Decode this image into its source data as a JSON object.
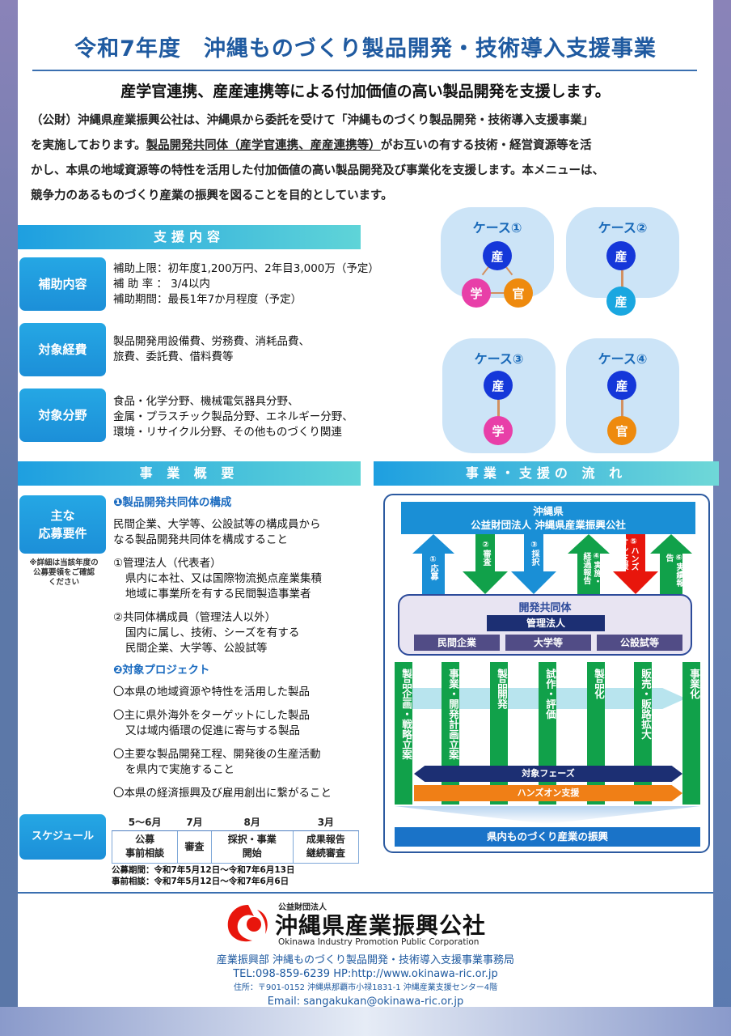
{
  "title": "令和7年度　沖縄ものづくり製品開発・技術導入支援事業",
  "lead": "産学官連携、産産連携等による付加価値の高い製品開発を支援します。",
  "intro": {
    "line1": "（公財）沖縄県産業振興公社は、沖縄県から委託を受けて「沖縄ものづくり製品開発・技術導入支援事業」",
    "line2a": "を実施しております。",
    "line2u": "製品開発共同体（産学官連携、産産連携等）",
    "line2b": "がお互いの有する技術・経営資源等を活",
    "line3": "かし、本県の地域資源等の特性を活用した付加価値の高い製品開発及び事業化を支援します。本メニューは、",
    "line4": "競争力のあるものづくり産業の振興を図ることを目的としています。"
  },
  "support": {
    "header": "支援内容",
    "rows": [
      {
        "tag": "補助内容",
        "lines": [
          "補助上限：初年度1,200万円、2年目3,000万（予定）",
          "補 助 率 ： 3/4以内",
          "補助期間：最長1年7か月程度（予定）"
        ]
      },
      {
        "tag": "対象経費",
        "lines": [
          "製品開発用設備費、労務費、消耗品費、",
          "旅費、委託費、借料費等"
        ]
      },
      {
        "tag": "対象分野",
        "lines": [
          "食品・化学分野、機械電気器具分野、",
          "金属・プラスチック製品分野、エネルギー分野、",
          "環境・リサイクル分野、その他ものづくり関連"
        ]
      }
    ]
  },
  "cases": [
    {
      "title": "ケース①",
      "nodes": [
        "産",
        "学",
        "官"
      ]
    },
    {
      "title": "ケース②",
      "nodes": [
        "産",
        "産"
      ]
    },
    {
      "title": "ケース③",
      "nodes": [
        "産",
        "学"
      ]
    },
    {
      "title": "ケース④",
      "nodes": [
        "産",
        "官"
      ]
    }
  ],
  "overview": {
    "header": "事 業 概 要",
    "tag1": "主な",
    "tag2": "応募要件",
    "note": [
      "※詳細は当該年度の",
      "公募要領をご確認",
      "ください"
    ],
    "s1": "❶製品開発共同体の構成",
    "s1text": [
      "民間企業、大学等、公設試等の構成員から",
      "なる製品開発共同体を構成すること"
    ],
    "m1": "①管理法人（代表者）",
    "m1text": [
      "県内に本社、又は国際物流拠点産業集積",
      "地域に事業所を有する民間製造事業者"
    ],
    "m2": "②共同体構成員（管理法人以外）",
    "m2text": [
      "国内に属し、技術、シーズを有する",
      "民間企業、大学等、公設試等"
    ],
    "s2": "❷対象プロジェクト",
    "projects": [
      [
        "〇本県の地域資源や特性を活用した製品"
      ],
      [
        "〇主に県外海外をターゲットにした製品",
        "又は域内循環の促進に寄与する製品"
      ],
      [
        "〇主要な製品開発工程、開発後の生産活動",
        "を県内で実施すること"
      ],
      [
        "〇本県の経済振興及び雇用創出に繋がること"
      ]
    ]
  },
  "schedule": {
    "tag": "スケジュール",
    "months": [
      "5～6月",
      "7月",
      "8月",
      "3月"
    ],
    "items": [
      [
        "公募",
        "事前相談"
      ],
      [
        "審査"
      ],
      [
        "採択・事業",
        "開始"
      ],
      [
        "成果報告",
        "継続審査"
      ]
    ],
    "period": "公募期間：令和7年5月12日～令和7年6月13日",
    "consult": "事前相談：令和7年5月12日～令和7年6月6日"
  },
  "flow": {
    "header": "事業・支援の 流 れ",
    "org1": "沖縄県",
    "org2": "公益財団法人 沖縄県産業振興公社",
    "arrows": [
      "①応募",
      "②審査",
      "③採択",
      "④実施・経過報告",
      "⑤ハンズオン支援",
      "⑥実績報告"
    ],
    "consortium": "開発共同体",
    "manager": "管理法人",
    "members": [
      "民間企業",
      "大学等",
      "公設試等"
    ],
    "phases": [
      "製品企画・戦略立案",
      "事業・開発計画立案",
      "製品開発",
      "試作・評価",
      "製品化",
      "販売・販路拡大",
      "事業化"
    ],
    "phase_bar": "対象フェーズ",
    "handson_bar": "ハンズオン支援",
    "result": "県内ものづくり産業の振興"
  },
  "footer": {
    "org_small": "公益財団法人",
    "org_name": "沖縄県産業振興公社",
    "org_en": "Okinawa Industry Promotion Public Corporation",
    "dept": "産業振興部 沖縄ものづくり製品開発・技術導入支援事業事務局",
    "tel": "TEL:098-859-6239 HP:http://www.okinawa-ric.or.jp",
    "addr": "住所：〒901-0152 沖縄県那覇市小禄1831-1 沖縄産業支援センター4階",
    "email": "Email: sangakukan@okinawa-ric.or.jp"
  },
  "colors": {
    "accent": "#1f5aa0",
    "bar": "#1e9fe0",
    "green": "#11a14a",
    "red": "#e8160c"
  }
}
